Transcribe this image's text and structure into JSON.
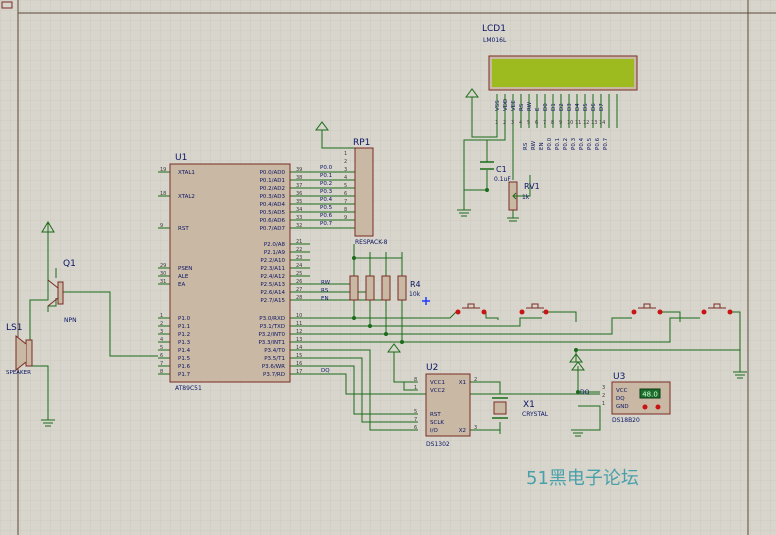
{
  "colors": {
    "background": "#d8d6cc",
    "grid": "#c4c2b8",
    "wire": "#1a6b1a",
    "part_body": "#c9b9a4",
    "part_outline": "#7a2a24",
    "label": "#0b1466",
    "pin_number": "#3a3a3a",
    "lcd_screen": "#9dbb1e",
    "button_dot": "#c81414",
    "watermark": "#4aa0aa",
    "probe": "#1e3cff"
  },
  "lcd": {
    "ref": "LCD1",
    "model": "LM016L",
    "pins": [
      "VSS",
      "VDD",
      "VEE",
      "RS",
      "RW",
      "E",
      "D0",
      "D1",
      "D2",
      "D3",
      "D4",
      "D5",
      "D6",
      "D7"
    ],
    "pin_numbers": [
      "1",
      "2",
      "3",
      "4",
      "5",
      "6",
      "7",
      "8",
      "9",
      "10",
      "11",
      "12",
      "13",
      "14"
    ],
    "net_labels": [
      "RS",
      "RW",
      "EN",
      "P0.0",
      "P0.1",
      "P0.2",
      "P0.3",
      "P0.4",
      "P0.5",
      "P0.6",
      "P0.7"
    ]
  },
  "mcu": {
    "ref": "U1",
    "model": "AT89C51",
    "left_pins": [
      {
        "num": "19",
        "name": "XTAL1"
      },
      {
        "num": "18",
        "name": "XTAL2"
      },
      {
        "num": "9",
        "name": "RST"
      },
      {
        "num": "29",
        "name": "PSEN"
      },
      {
        "num": "30",
        "name": "ALE"
      },
      {
        "num": "31",
        "name": "EA"
      },
      {
        "num": "1",
        "name": "P1.0"
      },
      {
        "num": "2",
        "name": "P1.1"
      },
      {
        "num": "3",
        "name": "P1.2"
      },
      {
        "num": "4",
        "name": "P1.3"
      },
      {
        "num": "5",
        "name": "P1.4"
      },
      {
        "num": "6",
        "name": "P1.5"
      },
      {
        "num": "7",
        "name": "P1.6"
      },
      {
        "num": "8",
        "name": "P1.7"
      }
    ],
    "right_pins": [
      {
        "num": "39",
        "name": "P0.0/AD0"
      },
      {
        "num": "38",
        "name": "P0.1/AD1"
      },
      {
        "num": "37",
        "name": "P0.2/AD2"
      },
      {
        "num": "36",
        "name": "P0.3/AD3"
      },
      {
        "num": "35",
        "name": "P0.4/AD4"
      },
      {
        "num": "34",
        "name": "P0.5/AD5"
      },
      {
        "num": "33",
        "name": "P0.6/AD6"
      },
      {
        "num": "32",
        "name": "P0.7/AD7"
      },
      {
        "num": "21",
        "name": "P2.0/A8"
      },
      {
        "num": "22",
        "name": "P2.1/A9"
      },
      {
        "num": "23",
        "name": "P2.2/A10"
      },
      {
        "num": "24",
        "name": "P2.3/A11"
      },
      {
        "num": "25",
        "name": "P2.4/A12"
      },
      {
        "num": "26",
        "name": "P2.5/A13"
      },
      {
        "num": "27",
        "name": "P2.6/A14"
      },
      {
        "num": "28",
        "name": "P2.7/A15"
      },
      {
        "num": "10",
        "name": "P3.0/RXD"
      },
      {
        "num": "11",
        "name": "P3.1/TXD"
      },
      {
        "num": "12",
        "name": "P3.2/INT0"
      },
      {
        "num": "13",
        "name": "P3.3/INT1"
      },
      {
        "num": "14",
        "name": "P3.4/T0"
      },
      {
        "num": "15",
        "name": "P3.5/T1"
      },
      {
        "num": "16",
        "name": "P3.6/WR"
      },
      {
        "num": "17",
        "name": "P3.7/RD"
      }
    ],
    "p0_labels": [
      "P0.0",
      "P0.1",
      "P0.2",
      "P0.3",
      "P0.4",
      "P0.5",
      "P0.6",
      "P0.7"
    ],
    "p2_labels": [
      "RW",
      "RS",
      "EN"
    ],
    "p3_label": "DQ"
  },
  "rp1": {
    "ref": "RP1",
    "model": "RESPACK-8",
    "pin_numbers": [
      "1",
      "2",
      "3",
      "4",
      "5",
      "6",
      "7",
      "8",
      "9"
    ]
  },
  "r4": {
    "ref": "R4",
    "value": "10k"
  },
  "c1": {
    "ref": "C1",
    "value": "0.1uF"
  },
  "rv1": {
    "ref": "RV1",
    "value": "1k"
  },
  "q1": {
    "ref": "Q1",
    "type": "NPN"
  },
  "ls1": {
    "ref": "LS1",
    "type": "SPEAKER"
  },
  "u2": {
    "ref": "U2",
    "model": "DS1302",
    "left_pins": [
      {
        "num": "8",
        "name": "VCC1"
      },
      {
        "num": "1",
        "name": "VCC2"
      },
      {
        "num": "5",
        "name": "RST"
      },
      {
        "num": "7",
        "name": "SCLK"
      },
      {
        "num": "6",
        "name": "I/O"
      }
    ],
    "right_pins": [
      {
        "num": "2",
        "name": "X1"
      },
      {
        "num": "3",
        "name": "X2"
      }
    ]
  },
  "x1": {
    "ref": "X1",
    "type": "CRYSTAL"
  },
  "u3": {
    "ref": "U3",
    "model": "DS18B20",
    "pins": [
      {
        "num": "3",
        "name": "VCC"
      },
      {
        "num": "2",
        "name": "DQ"
      },
      {
        "num": "1",
        "name": "GND"
      }
    ],
    "display": "48.0",
    "net_label": "DQ"
  },
  "watermark": "51黑电子论坛"
}
